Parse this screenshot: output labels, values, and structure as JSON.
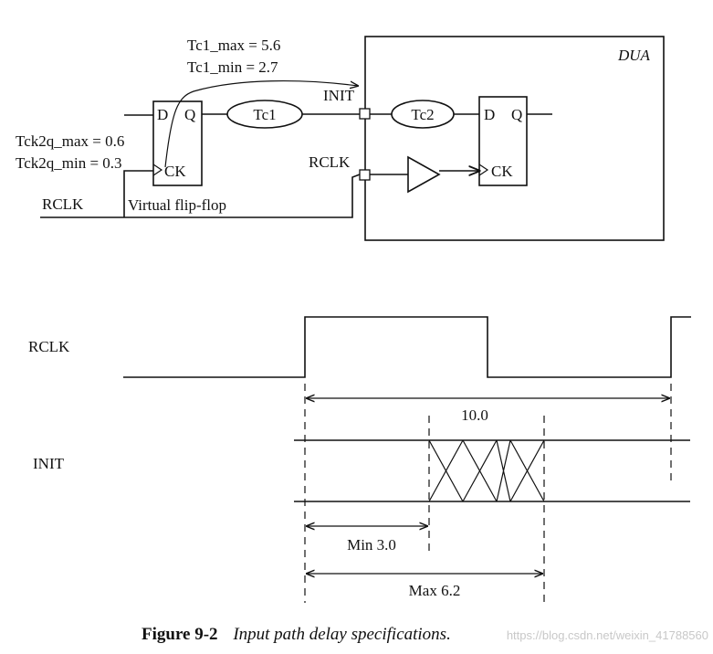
{
  "schematic": {
    "tc1_max": "Tc1_max = 5.6",
    "tc1_min": "Tc1_min = 2.7",
    "dua": "DUA",
    "init_port": "INIT",
    "rclk_port": "RCLK",
    "ff1_d": "D",
    "ff1_q": "Q",
    "ff1_ck": "CK",
    "tc1": "Tc1",
    "tc2": "Tc2",
    "ff2_d": "D",
    "ff2_q": "Q",
    "ff2_ck": "CK",
    "tck2q_max": "Tck2q_max = 0.6",
    "tck2q_min": "Tck2q_min = 0.3",
    "rclk_input": "RCLK",
    "virtual_ff": "Virtual flip-flop"
  },
  "waveform": {
    "rclk_label": "RCLK",
    "init_label": "INIT",
    "period": "10.0",
    "min_delay": "Min 3.0",
    "max_delay": "Max 6.2"
  },
  "caption": {
    "figure_number": "Figure 9-2",
    "title": "Input path delay specifications."
  },
  "watermark": "https://blog.csdn.net/weixin_41788560"
}
